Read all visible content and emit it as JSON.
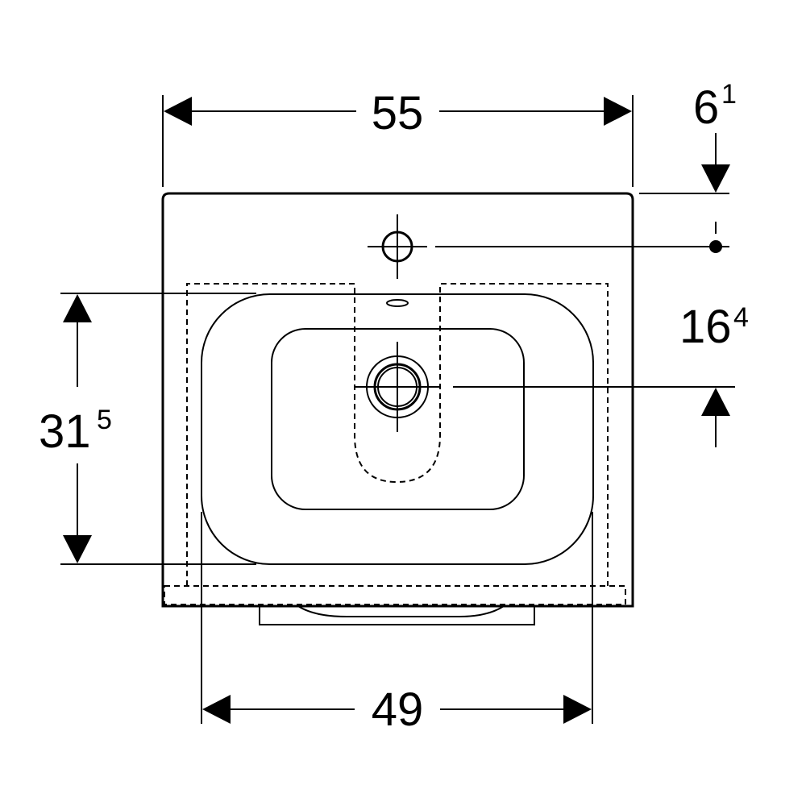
{
  "dimensions": {
    "overall_width": {
      "main": "55",
      "sup": ""
    },
    "basin_inner_width": {
      "main": "49",
      "sup": ""
    },
    "basin_depth": {
      "main": "31",
      "sup": "5"
    },
    "tap_hole_offset": {
      "main": "6",
      "sup": "1"
    },
    "tap_to_drain": {
      "main": "16",
      "sup": "4"
    }
  },
  "colors": {
    "line": "#000000",
    "background": "#ffffff"
  },
  "icons": {
    "arrowhead": "filled-triangle",
    "tap_hole": "circle-crosshair",
    "drain": "double-circle-crosshair"
  }
}
